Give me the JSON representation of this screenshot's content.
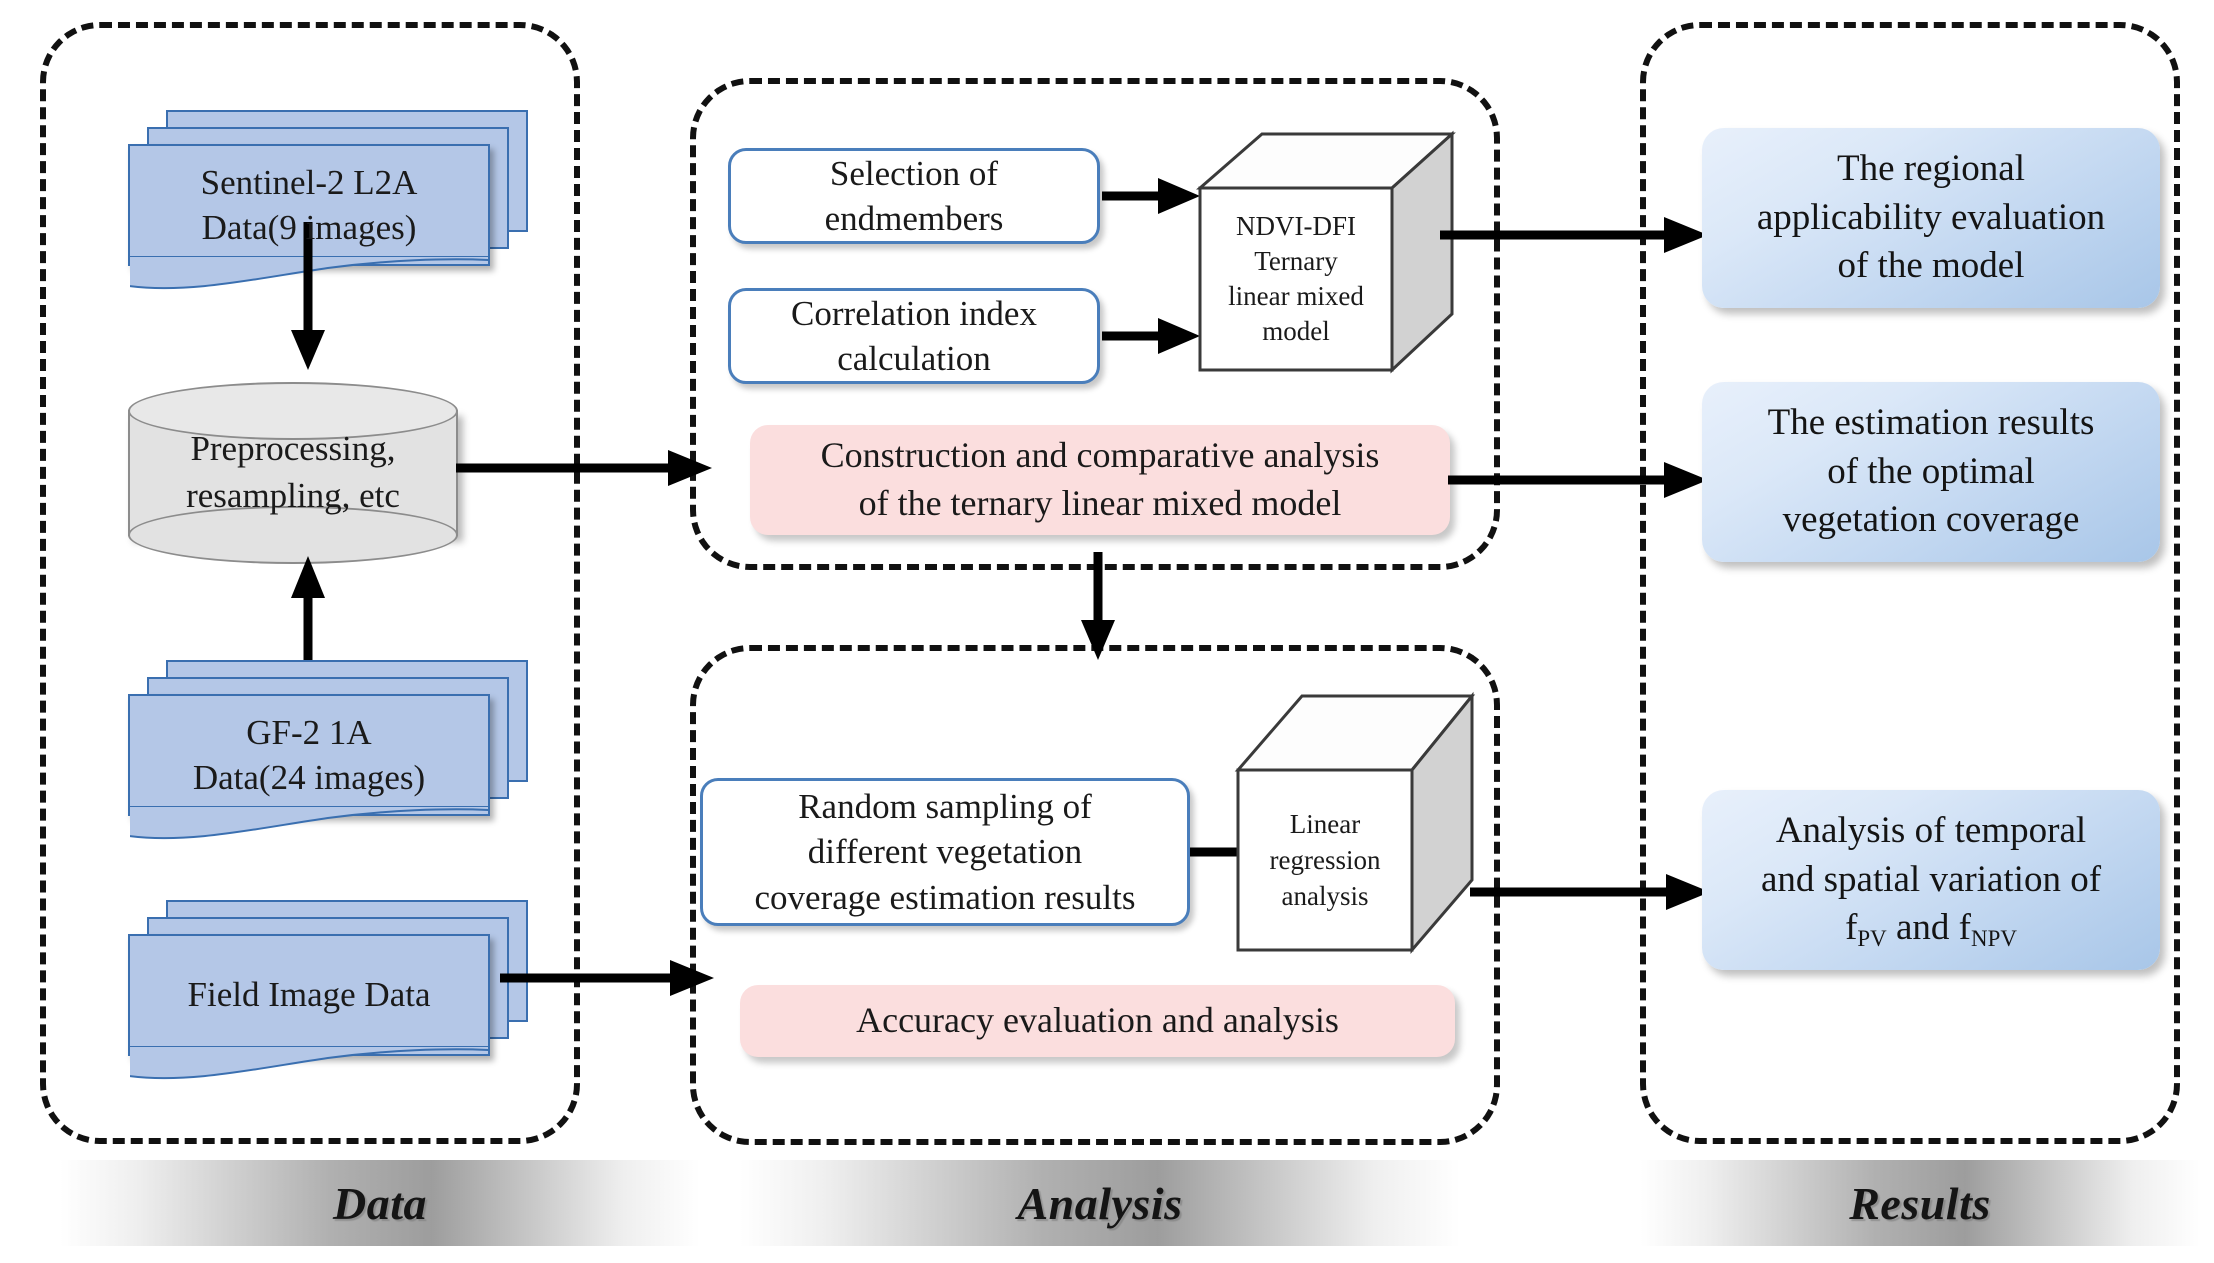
{
  "sections": {
    "data": {
      "label": "Data"
    },
    "analysis": {
      "label": "Analysis"
    },
    "results": {
      "label": "Results"
    }
  },
  "data_column": {
    "sentinel": {
      "line1": "Sentinel-2  L2A",
      "line2": "Data(9 images)"
    },
    "preprocessing": {
      "line1": "Preprocessing,",
      "line2": "resampling,  etc"
    },
    "gf2": {
      "line1": "GF-2 1A",
      "line2": "Data(24 images)"
    },
    "field": {
      "line1": "Field Image  Data"
    }
  },
  "analysis_top": {
    "endmembers": {
      "line1": "Selection of",
      "line2": "endmembers"
    },
    "correlation": {
      "line1": "Correlation index",
      "line2": "calculation"
    },
    "model_cube": {
      "line1": "NDVI-DFI",
      "line2": "Ternary",
      "line3": "linear  mixed",
      "line4": "model"
    },
    "construction": {
      "line1": "Construction and comparative analysis",
      "line2": "of the ternary linear mixed model"
    }
  },
  "analysis_bottom": {
    "sampling": {
      "line1": "Random sampling of",
      "line2": "different vegetation",
      "line3": "coverage estimation results"
    },
    "regression_cube": {
      "line1": "Linear",
      "line2": "regression",
      "line3": "analysis"
    },
    "accuracy": {
      "line1": "Accuracy evaluation and analysis"
    }
  },
  "results_column": {
    "applicability": {
      "line1": "The regional",
      "line2": "applicability evaluation",
      "line3": "of the model"
    },
    "estimation": {
      "line1": "The estimation results",
      "line2": "of the optimal",
      "line3": "vegetation coverage"
    },
    "variation": {
      "line1": "Analysis  of temporal",
      "line2": "and spatial variation of",
      "line3_pre": "f",
      "line3_sub1": "PV",
      "line3_mid": " and f",
      "line3_sub2": "NPV"
    }
  },
  "colors": {
    "panel_border": "#111111",
    "document_fill": "#b4c7e7",
    "document_stroke": "#3a6fb0",
    "cylinder_fill": "#e2e2e2",
    "pink_fill": "#fbdede",
    "result_blue_light": "#e8f0fb",
    "result_blue_dark": "#a8c6e8",
    "box_border": "#4a7ebb",
    "arrow": "#000000"
  }
}
